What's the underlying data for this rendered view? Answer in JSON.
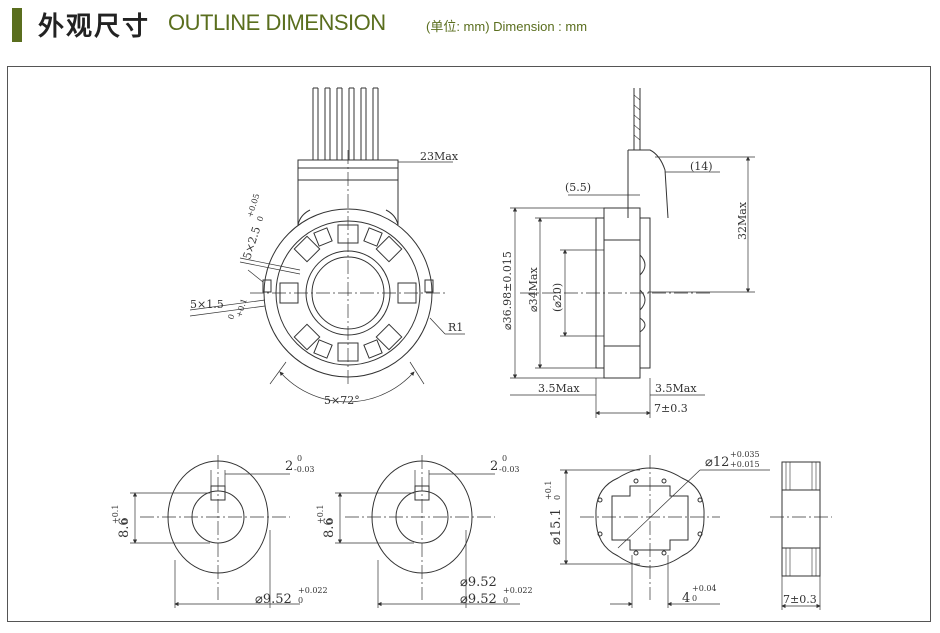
{
  "header": {
    "title_cn": "外观尺寸",
    "title_en": "OUTLINE DIMENSION",
    "unit_note": "(单位: mm) Dimension : mm"
  },
  "colors": {
    "accent": "#5a6e1e",
    "line": "#333333"
  },
  "front_view": {
    "connector_width": "23Max",
    "slot_main": "5×2.5",
    "slot_tol": "+0.05",
    "slot_tol2": "0",
    "slot_small": "5×1.5",
    "slot_small_tol": "+0.1",
    "slot_small_tol2": "0",
    "radius": "R1",
    "angle": "5×72°"
  },
  "side_view": {
    "cable_offset": "(14)",
    "lead_offset": "(5.5)",
    "height": "32Max",
    "outer_dia": "⌀36.98±0.015",
    "body_dia": "⌀34Max",
    "inner_dia": "(⌀20)",
    "left_protrusion": "3.5Max",
    "right_protrusion": "3.5Max",
    "thickness": "7±0.3"
  },
  "part_a": {
    "key_width": "2",
    "key_tol_upper": "0",
    "key_tol_lower": "-0.03",
    "height": "8.6",
    "height_tol_upper": "+0.1",
    "height_tol_lower": "0",
    "bore": "⌀9.52",
    "bore_tol_upper": "+0.022",
    "bore_tol_lower": "0"
  },
  "part_b": {
    "key_width": "2",
    "key_tol_upper": "0",
    "key_tol_lower": "-0.03",
    "height": "8.6",
    "height_tol_upper": "+0.1",
    "height_tol_lower": "0",
    "bore_1": "⌀9.52",
    "bore_1_tol": "+0.022",
    "bore_2": "⌀9.52",
    "bore_2_tol": "0"
  },
  "part_c": {
    "inner_dia": "⌀12",
    "inner_tol_upper": "+0.035",
    "inner_tol_lower": "+0.015",
    "outer_dia": "⌀15.1",
    "outer_tol_upper": "+0.1",
    "outer_tol_lower": "0",
    "width": "4",
    "width_tol_upper": "+0.04",
    "width_tol_lower": "0"
  },
  "part_d": {
    "thickness": "7±0.3"
  }
}
